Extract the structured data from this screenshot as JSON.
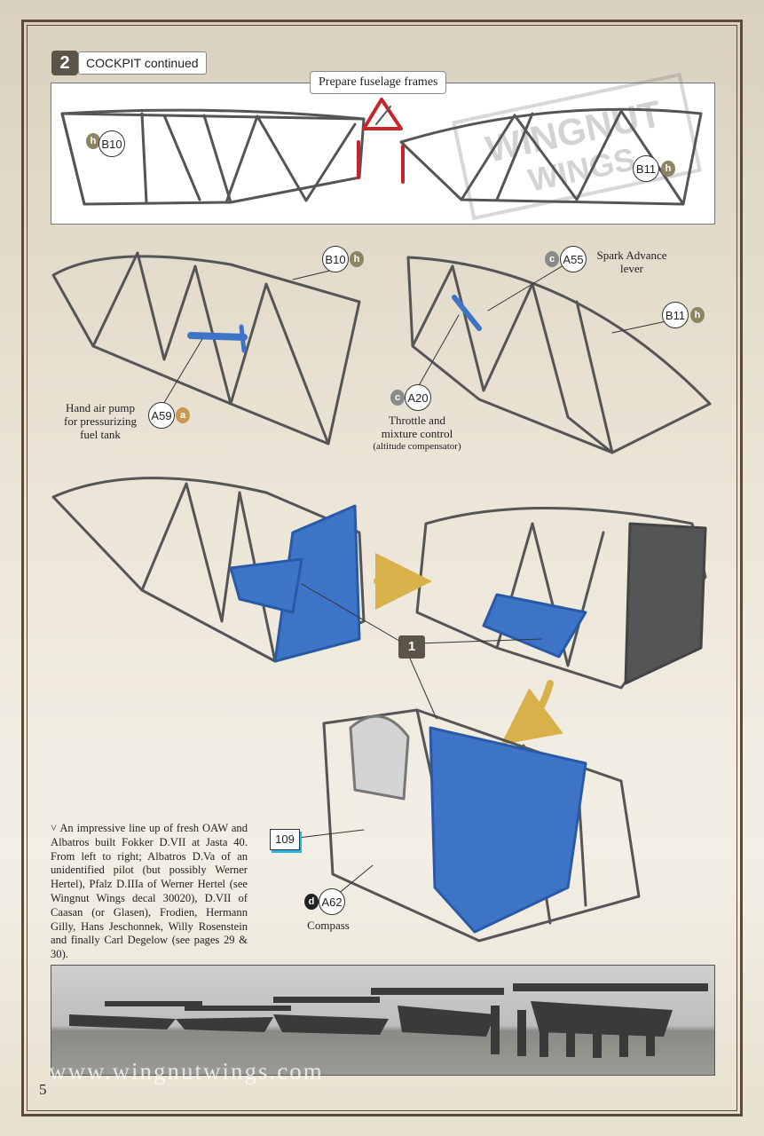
{
  "step": {
    "number": "2",
    "title": "COCKPIT continued"
  },
  "panel": {
    "title": "Prepare fuselage frames"
  },
  "watermark": {
    "line1": "WINGNUT",
    "line2": "WINGS"
  },
  "callouts": {
    "b10_top": {
      "part": "B10",
      "paint": "h"
    },
    "b11_top": {
      "part": "B11",
      "paint": "h"
    },
    "b10": {
      "part": "B10",
      "paint": "h"
    },
    "a59": {
      "part": "A59",
      "paint": "a"
    },
    "a55": {
      "part": "A55",
      "paint": "c"
    },
    "b11": {
      "part": "B11",
      "paint": "h"
    },
    "a20": {
      "part": "A20",
      "paint": "c"
    },
    "a62": {
      "part": "A62",
      "paint": "d"
    }
  },
  "labels": {
    "hand_pump": [
      "Hand air pump",
      "for pressurizing",
      "fuel tank"
    ],
    "spark": [
      "Spark Advance",
      "lever"
    ],
    "throttle": [
      "Throttle and",
      "mixture control"
    ],
    "throttle_note": "(altitude compensator)",
    "compass": "Compass"
  },
  "refs": {
    "sub_assembly": "1",
    "decal": "109"
  },
  "caption": "˅ An impressive line up of fresh OAW and Albatros built Fokker D.VII at Jasta 40. From left to right; Albatros D.Va of an unidentified pilot (but possibly Werner Hertel), Pfalz D.IIIa of Werner Hertel (see Wingnut Wings decal 30020), D.VII of Caasan (or Glasen), Frodien, Hermann Gilly, Hans Jeschonnek, Willy Rosenstein and finally Carl Degelow (see pages 29 & 30).",
  "footer": {
    "url": "www.wingnutwings.com",
    "page": "5"
  },
  "colors": {
    "frame": "#5a4a37",
    "part_blue": "#3e74c8",
    "tube": "#6b6d6e",
    "paint_h": "#8c8462",
    "paint_a": "#c79a52",
    "paint_c": "#8a8a8a",
    "paint_d": "#222222",
    "arrow": "#d8b14a",
    "highlight_red": "#c8252a"
  }
}
